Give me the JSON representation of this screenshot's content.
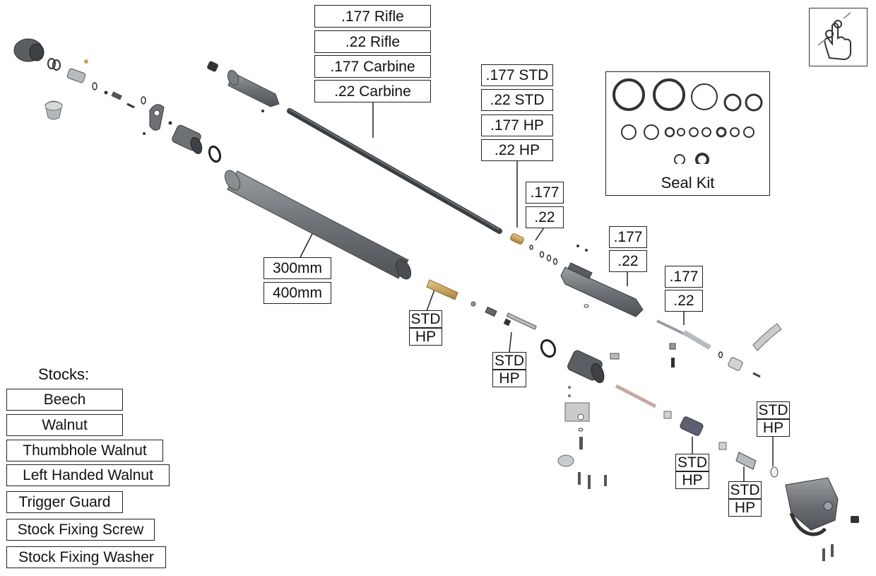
{
  "barrel_options": [
    ".177 Rifle",
    ".22 Rifle",
    ".177 Carbine",
    ".22 Carbine"
  ],
  "power_options": [
    ".177 STD",
    ".22 STD",
    ".177 HP",
    ".22 HP"
  ],
  "transfer_port_options": [
    ".177",
    ".22"
  ],
  "breech_options": [
    ".177",
    ".22"
  ],
  "probe_options": [
    ".177",
    ".22"
  ],
  "cylinder_options": [
    "300mm",
    "400mm"
  ],
  "tube_options": [
    "STD",
    "HP"
  ],
  "valve_stem_options": [
    "STD",
    "HP"
  ],
  "hammer_options": [
    "STD",
    "HP"
  ],
  "spring_options": [
    "STD",
    "HP"
  ],
  "washer_options": [
    "STD",
    "HP"
  ],
  "seal_kit": {
    "label": "Seal Kit"
  },
  "stocks": {
    "heading": "Stocks:",
    "items": [
      "Beech",
      "Walnut",
      "Thumbhole Walnut",
      "Left Handed Walnut",
      "Trigger Guard",
      "Stock Fixing Screw",
      "Stock Fixing Washer"
    ]
  },
  "icons": {
    "gesture": "pinch-zoom-gesture-icon"
  },
  "colors": {
    "part_dark": "#555a5f",
    "part_mid": "#8a8e92",
    "brass": "#c9a35a",
    "border": "#222222"
  }
}
